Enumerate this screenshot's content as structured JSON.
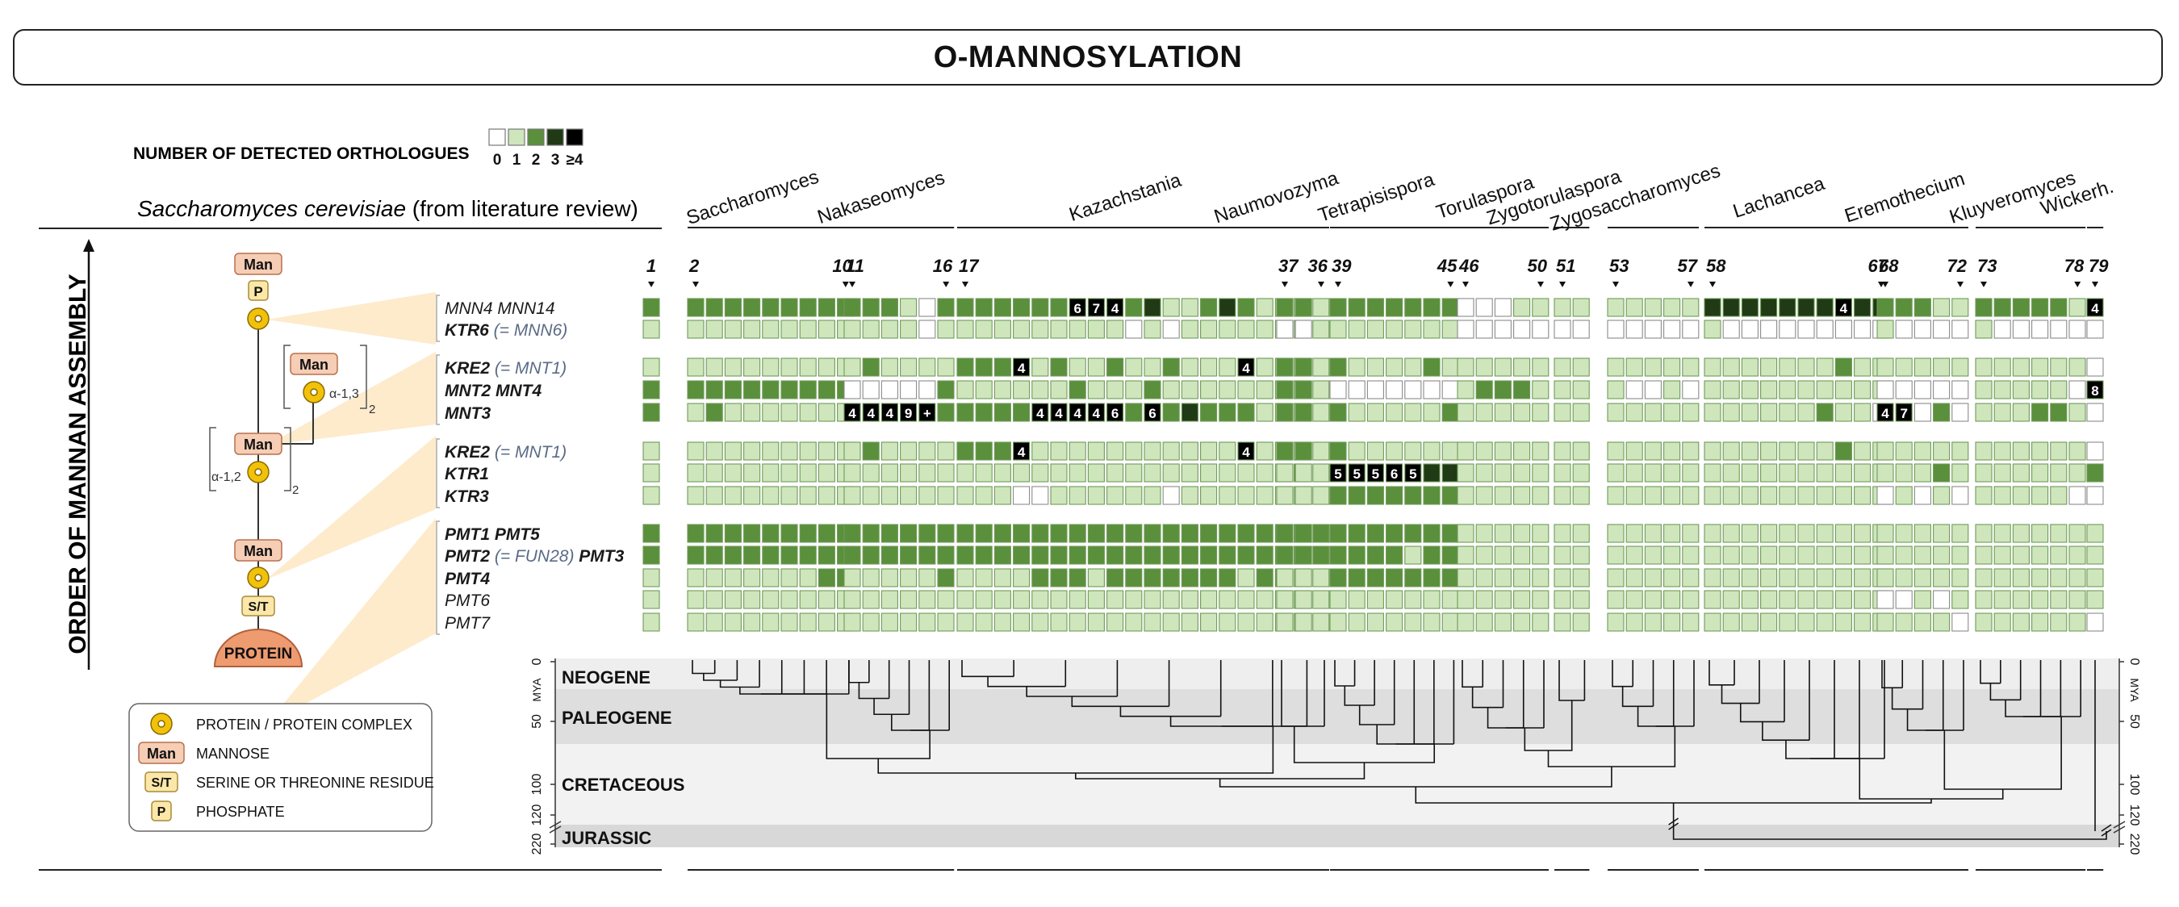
{
  "title": "O-MANNOSYLATION",
  "legend_counts": {
    "label": "NUMBER OF DETECTED ORTHOLOGUES",
    "items": [
      {
        "label": "0",
        "color": "#ffffff"
      },
      {
        "label": "1",
        "color": "#cfe6bd"
      },
      {
        "label": "2",
        "color": "#5a8f3c"
      },
      {
        "label": "3",
        "color": "#1f3a14"
      },
      {
        "label": "≥4",
        "color": "#000000"
      }
    ],
    "sample_glyph": "≥4"
  },
  "species_header": {
    "italic": "Saccharomyces cerevisiae",
    "rest": " (from literature review)"
  },
  "y_axis_label": "ORDER OF MANNAN ASSEMBLY",
  "pathway": {
    "man": "Man",
    "p": "P",
    "st": "S/T",
    "protein": "PROTEIN",
    "alpha13": "α-1,3",
    "alpha12": "α-1,2",
    "sub2a": "2",
    "sub2b": "2"
  },
  "genera": [
    {
      "name": "Saccharomyces",
      "start": "2",
      "end": "10"
    },
    {
      "name": "Nakaseomyces",
      "start": "11",
      "end": "16"
    },
    {
      "name": "Kazachstania",
      "start": "17",
      "end": "36"
    },
    {
      "name": "Naumovozyma",
      "start": "37",
      "end": ""
    },
    {
      "name": "Tetrapisispora",
      "start": "39",
      "end": "45"
    },
    {
      "name": "Torulaspora",
      "start": "46",
      "end": "50"
    },
    {
      "name": "Zygotorulaspora",
      "start": "51",
      "end": ""
    },
    {
      "name": "Zygosaccharomyces",
      "start": "53",
      "end": "57"
    },
    {
      "name": "Lachancea",
      "start": "58",
      "end": "67"
    },
    {
      "name": "Eremothecium",
      "start": "68",
      "end": "72"
    },
    {
      "name": "Kluyveromyces",
      "start": "73",
      "end": "78"
    },
    {
      "name": "Wickerh.",
      "start": "79",
      "end": ""
    }
  ],
  "first_column_label": "1",
  "gene_rows": [
    {
      "parts": [
        {
          "t": "MNN4 MNN14",
          "b": false
        }
      ]
    },
    {
      "parts": [
        {
          "t": "KTR6",
          "b": true
        },
        {
          "t": " (= MNN6)",
          "b": false,
          "gray": true
        }
      ]
    },
    {
      "parts": [
        {
          "t": "KRE2",
          "b": true
        },
        {
          "t": " (= MNT1)",
          "b": false,
          "gray": true
        }
      ]
    },
    {
      "parts": [
        {
          "t": "MNT2 MNT4",
          "b": true
        }
      ]
    },
    {
      "parts": [
        {
          "t": "MNT3",
          "b": true
        }
      ]
    },
    {
      "parts": [
        {
          "t": "KRE2",
          "b": true
        },
        {
          "t": " (= MNT1)",
          "b": false,
          "gray": true
        }
      ]
    },
    {
      "parts": [
        {
          "t": "KTR1",
          "b": true
        }
      ]
    },
    {
      "parts": [
        {
          "t": "KTR3",
          "b": true
        }
      ]
    },
    {
      "parts": [
        {
          "t": "PMT1 PMT5",
          "b": true
        }
      ]
    },
    {
      "parts": [
        {
          "t": "PMT2",
          "b": true
        },
        {
          "t": " (= FUN28) ",
          "b": false,
          "gray": true
        },
        {
          "t": "PMT3",
          "b": true
        }
      ]
    },
    {
      "parts": [
        {
          "t": "PMT4",
          "b": true
        }
      ]
    },
    {
      "parts": [
        {
          "t": "PMT6",
          "b": false
        }
      ]
    },
    {
      "parts": [
        {
          "t": "PMT7",
          "b": false
        }
      ]
    }
  ],
  "cell_labels": [
    {
      "row": 0,
      "col": "23",
      "text": "6"
    },
    {
      "row": 0,
      "col": "24",
      "text": "7"
    },
    {
      "row": 0,
      "col": "25",
      "text": "4"
    },
    {
      "row": 0,
      "col": "65",
      "text": "4"
    },
    {
      "row": 0,
      "col": "79",
      "text": "4"
    },
    {
      "row": 2,
      "col": "20",
      "text": "4"
    },
    {
      "row": 2,
      "col": "32",
      "text": "4"
    },
    {
      "row": 3,
      "col": "79",
      "text": "8"
    },
    {
      "row": 4,
      "col": "11",
      "text": "4"
    },
    {
      "row": 4,
      "col": "12",
      "text": "4"
    },
    {
      "row": 4,
      "col": "13",
      "text": "4"
    },
    {
      "row": 4,
      "col": "14",
      "text": "9"
    },
    {
      "row": 4,
      "col": "15",
      "text": "+"
    },
    {
      "row": 4,
      "col": "21",
      "text": "4"
    },
    {
      "row": 4,
      "col": "22",
      "text": "4"
    },
    {
      "row": 4,
      "col": "23",
      "text": "4"
    },
    {
      "row": 4,
      "col": "24",
      "text": "4"
    },
    {
      "row": 4,
      "col": "25",
      "text": "6"
    },
    {
      "row": 4,
      "col": "27",
      "text": "6"
    },
    {
      "row": 4,
      "col": "68",
      "text": "4"
    },
    {
      "row": 4,
      "col": "69",
      "text": "7"
    },
    {
      "row": 5,
      "col": "20",
      "text": "4"
    },
    {
      "row": 5,
      "col": "32",
      "text": "4"
    },
    {
      "row": 6,
      "col": "39",
      "text": "5"
    },
    {
      "row": 6,
      "col": "40",
      "text": "5"
    },
    {
      "row": 6,
      "col": "41",
      "text": "5"
    },
    {
      "row": 6,
      "col": "42",
      "text": "6"
    },
    {
      "row": 6,
      "col": "43",
      "text": "5"
    }
  ],
  "timescale": {
    "eras": [
      "NEOGENE",
      "PALEOGENE",
      "CRETACEOUS",
      "JURASSIC"
    ],
    "unit": "MYA",
    "ticks": [
      "0",
      "50",
      "100",
      "120",
      "220"
    ],
    "unit_right": "MYA"
  },
  "legend_symbols": [
    {
      "glyph": "",
      "label": "PROTEIN / PROTEIN COMPLEX",
      "kind": "circle"
    },
    {
      "glyph": "Man",
      "label": "MANNOSE",
      "kind": "man"
    },
    {
      "glyph": "S/T",
      "label": "SERINE OR THREONINE RESIDUE",
      "kind": "st"
    },
    {
      "glyph": "P",
      "label": "PHOSPHATE",
      "kind": "p"
    }
  ],
  "colors": {
    "c0": "#ffffff",
    "c1": "#cfe6bd",
    "c2": "#5a8f3c",
    "c3": "#1f3a14",
    "c4": "#000000",
    "man_fill": "#f6cdb5",
    "man_stroke": "#b7724f",
    "p_fill": "#fbe7a8",
    "circle": "#f2c20a",
    "protein": "#ee9b70",
    "fan": "#fde9c6"
  }
}
